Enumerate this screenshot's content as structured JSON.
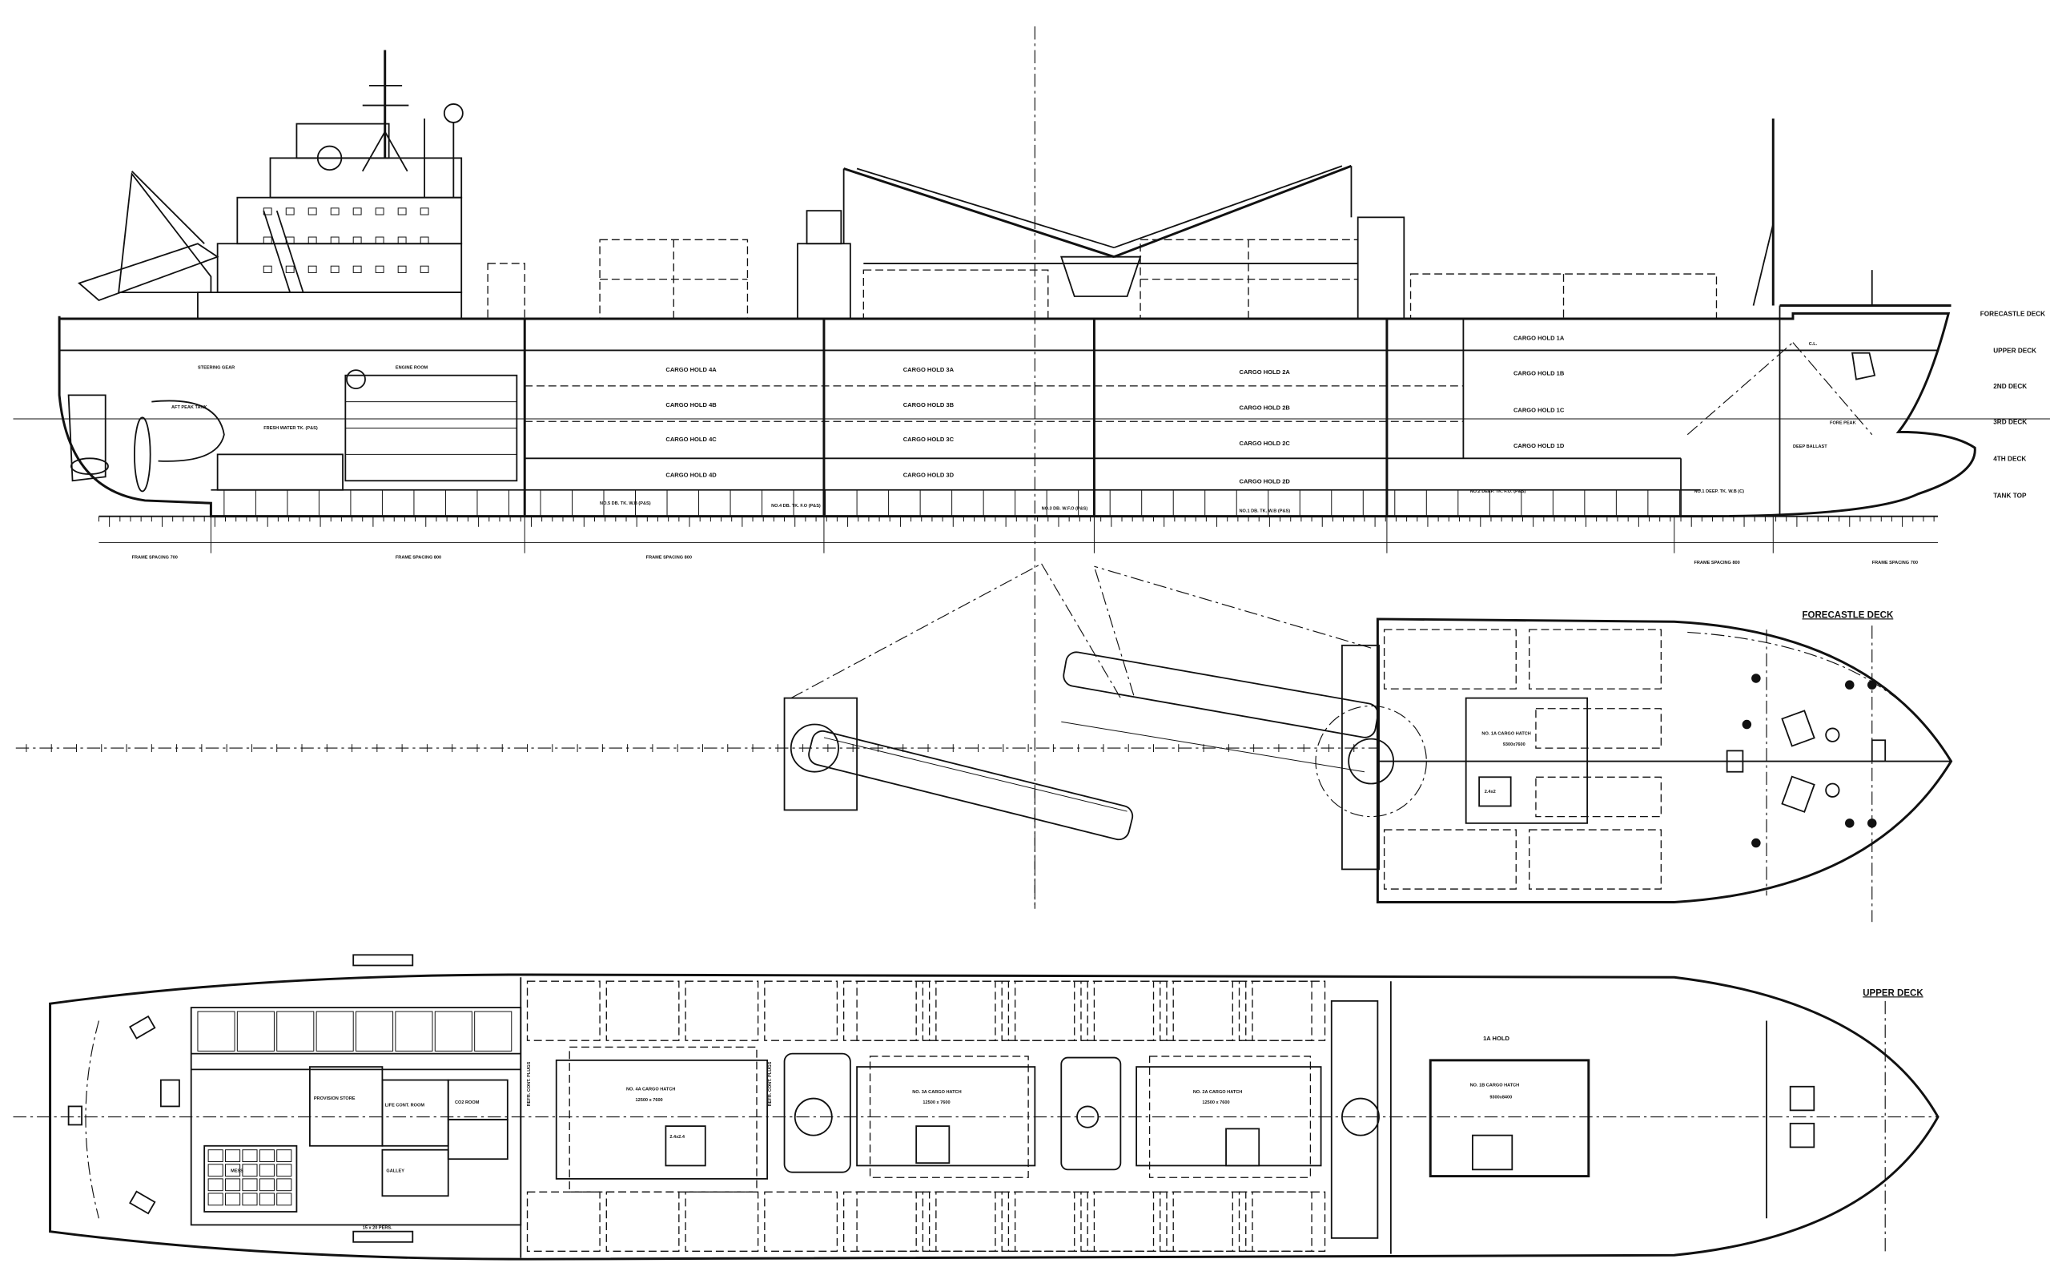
{
  "drawing": {
    "profile": {
      "deck_labels": [
        "FORECASTLE DECK",
        "UPPER DECK",
        "2ND DECK",
        "3RD DECK",
        "4TH DECK",
        "TANK TOP"
      ],
      "cargo_holds": {
        "hold4": [
          "CARGO HOLD 4A",
          "CARGO HOLD 4B",
          "CARGO HOLD 4C",
          "CARGO HOLD 4D"
        ],
        "hold3": [
          "CARGO HOLD 3A",
          "CARGO HOLD 3B",
          "CARGO HOLD 3C",
          "CARGO HOLD 3D"
        ],
        "hold2": [
          "CARGO HOLD 2A",
          "CARGO HOLD 2B",
          "CARGO HOLD 2C",
          "CARGO HOLD 2D"
        ],
        "hold1": [
          "CARGO HOLD 1A",
          "CARGO HOLD 1B",
          "CARGO HOLD 1C",
          "CARGO HOLD 1D"
        ]
      },
      "tanks": [
        "NO.5 DB. TK. W.B (P&S)",
        "NO.4 DB. TK. F.O (P&S)",
        "NO.3 DB. W.F.O (P&S)",
        "NO.1 DB. TK. W.B (P&S)",
        "NO.2 DEEP. TK. F.O. (P&S)",
        "NO.1 DEEP. TK. W.B (C)"
      ],
      "aft_labels": [
        "AFT PEAK TANK",
        "STEERING GEAR",
        "ENGINE ROOM",
        "FRESH WATER TK. (P&S)",
        "C.L.",
        "FORE PEAK",
        "DEEP BALLAST"
      ],
      "frame_spacing": [
        "FRAME SPACING 700",
        "FRAME SPACING 800",
        "FRAME SPACING 800",
        "FRAME SPACING 800",
        "FRAME SPACING 700"
      ]
    },
    "forecastle_plan": {
      "title": "FORECASTLE DECK",
      "hatch_label": "NO. 1A CARGO HATCH",
      "hatch_size": "9300x7600",
      "small_hatch": "2.4x2"
    },
    "upper_deck_plan": {
      "title": "UPPER DECK",
      "hold_label": "1A HOLD",
      "hatches": [
        {
          "label": "NO. 4A CARGO HATCH",
          "size": "12500 x 7600"
        },
        {
          "label": "NO. 3A CARGO HATCH",
          "size": "12500 x 7600"
        },
        {
          "label": "NO. 2A CARGO HATCH",
          "size": "12500 x 7600"
        },
        {
          "label": "NO. 1B CARGO HATCH",
          "size": "9300x8400"
        }
      ],
      "small_hatch": "2.4x2.4",
      "plugs_label": "REFR. CONT. PLUGS",
      "lifeboat_label": "15 x 20 PERS.",
      "rooms": [
        "LIFE CONT. ROOM",
        "CO2 ROOM",
        "PROVISION STORE",
        "GALLEY",
        "MESS"
      ]
    }
  }
}
